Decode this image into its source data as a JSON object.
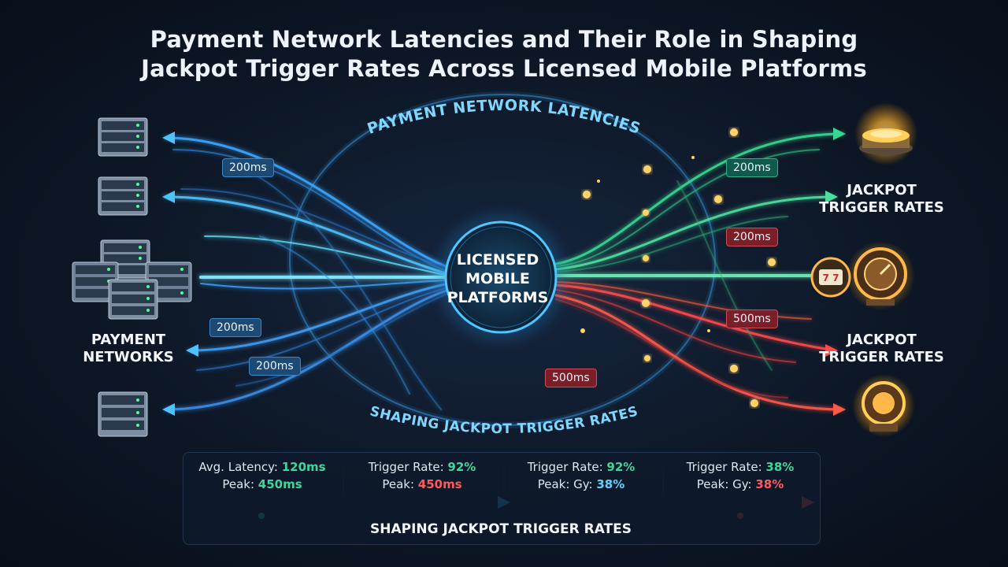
{
  "title_line1": "Payment Network Latencies and Their Role in Shaping",
  "title_line2": "Jackpot Trigger Rates Across Licensed Mobile Platforms",
  "arc_top": "PAYMENT NETWORK LATENCIES",
  "arc_bottom": "SHAPING JACKPOT TRIGGER RATES",
  "hub": {
    "line1": "LICENSED",
    "line2": "MOBILE",
    "line3": "PLATFORMS"
  },
  "left_label": {
    "line1": "PAYMENT",
    "line2": "NETWORKS"
  },
  "right_label_top": {
    "line1": "JACKPOT",
    "line2": "TRIGGER RATES"
  },
  "right_label_bottom": {
    "line1": "JACKPOT",
    "line2": "TRIGGER RATES"
  },
  "badges": {
    "left_1": "200ms",
    "left_2": "200ms",
    "left_3": "200ms",
    "right_green": "200ms",
    "right_red_1": "200ms",
    "right_red_2": "500ms",
    "right_red_3": "500ms"
  },
  "metrics": [
    {
      "l1_label": "Avg. Latency: ",
      "l1_value": "120ms",
      "l2_label": "Peak: ",
      "l2_value": "450ms"
    },
    {
      "l1_label": "Trigger Rate: ",
      "l1_value": "92%",
      "l2_label": "Peak: ",
      "l2_value": "450ms"
    },
    {
      "l1_label": "Trigger Rate: ",
      "l1_value": "92%",
      "l2_label": "Peak: Gy: ",
      "l2_value": "38%"
    },
    {
      "l1_label": "Trigger Rate: ",
      "l1_value": "38%",
      "l2_label": "Peak: Gy: ",
      "l2_value": "38%"
    }
  ],
  "footer": "SHAPING JACKPOT TRIGGER RATES",
  "colors": {
    "blue": "#38a6ff",
    "cyan": "#5fe0ff",
    "green": "#35d890",
    "red": "#ff4a4a",
    "gold": "#ffc34a"
  },
  "icons": [
    "server-rack-icon",
    "jackpot-coin-icon",
    "slot-machine-icon",
    "vault-dial-icon"
  ]
}
